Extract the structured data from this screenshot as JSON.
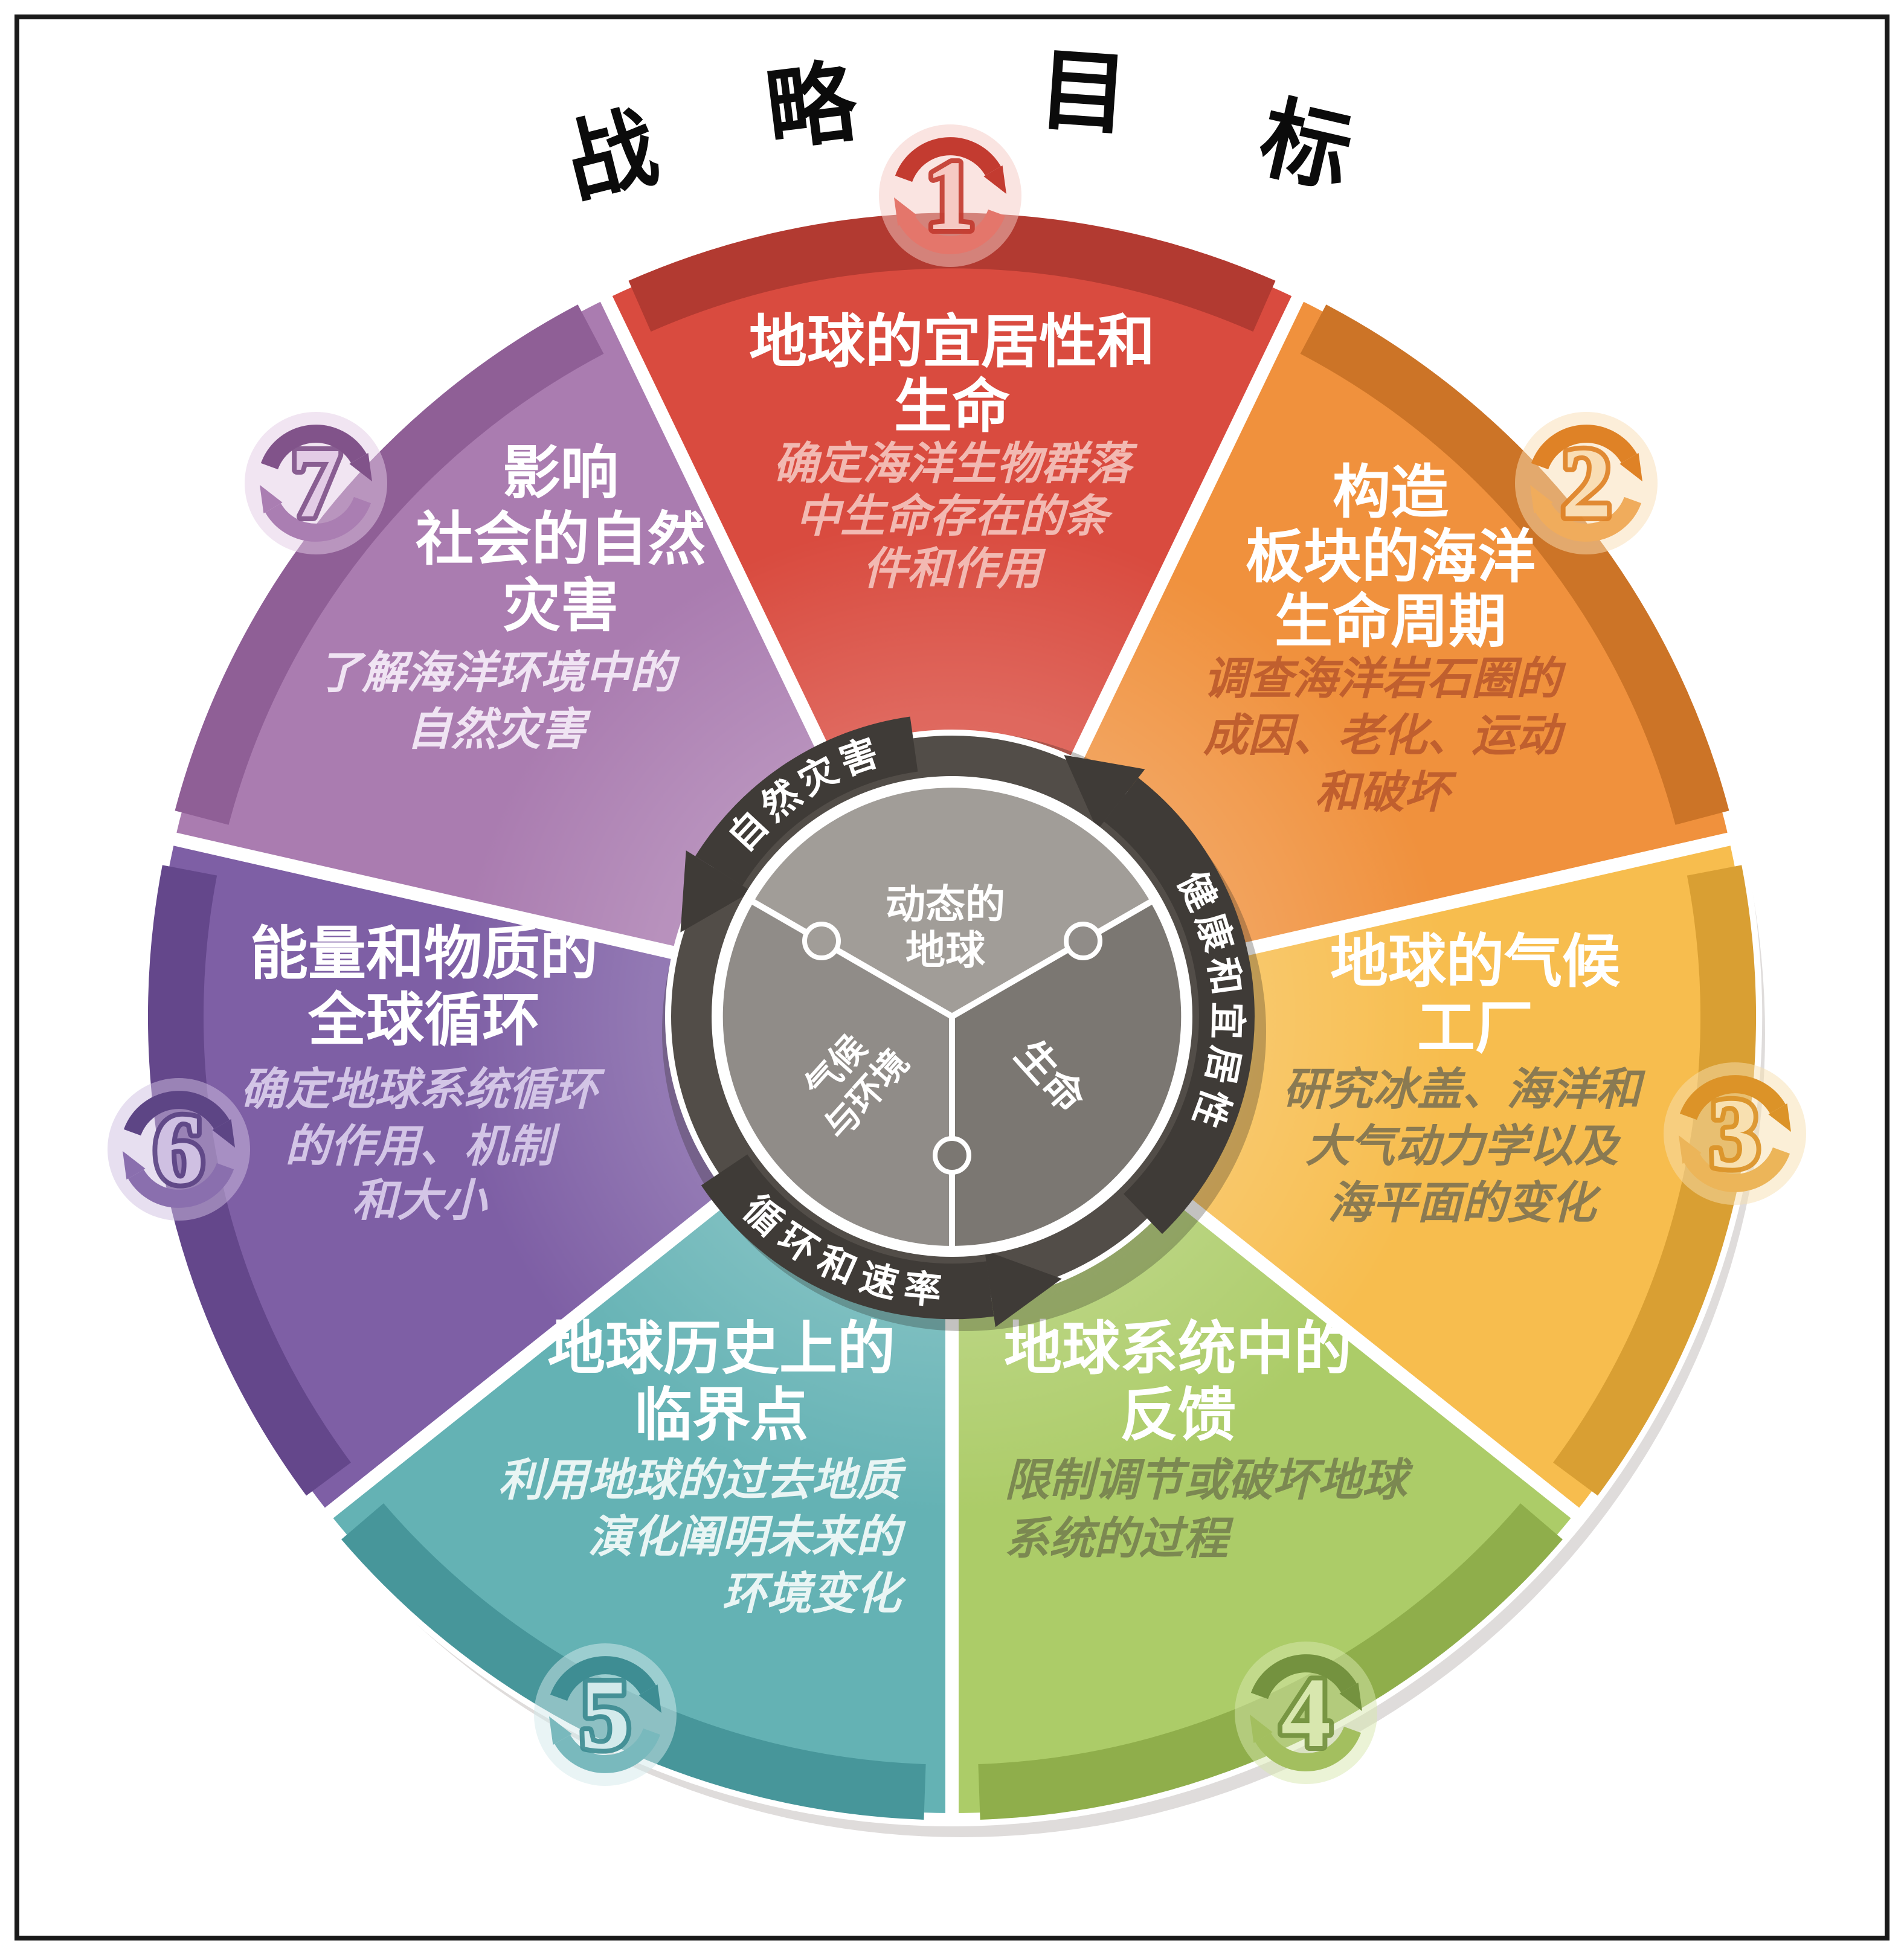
{
  "title": {
    "text": "战略目标",
    "chars": [
      "战",
      "略",
      "目",
      "标"
    ]
  },
  "segments": [
    {
      "num": "1",
      "color": "#d94b3f",
      "rim": "#b23a31",
      "desc_color": "#f2b9b2",
      "badge_dark": "#c33b30",
      "badge_mid": "#e4766b",
      "badge_light": "#f6c9c3",
      "title_lines": [
        "地球的宜居性和",
        "生命"
      ],
      "desc_lines": [
        "确定海洋生物群落",
        "中生命存在的条",
        "件和作用"
      ]
    },
    {
      "num": "2",
      "color": "#f0913d",
      "rim": "#cc7427",
      "desc_color": "#c05f2e",
      "badge_dark": "#df8226",
      "badge_mid": "#f0ac5c",
      "badge_light": "#f9ddb4",
      "title_lines": [
        "构造",
        "板块的海洋",
        "生命周期"
      ],
      "desc_lines": [
        "调查海洋岩石圈的",
        "成因、老化、运动",
        "和破坏"
      ]
    },
    {
      "num": "3",
      "color": "#f7bd4e",
      "rim": "#d99f33",
      "desc_color": "#8a7a52",
      "badge_dark": "#dc9328",
      "badge_mid": "#ecb559",
      "badge_light": "#f8e0b0",
      "title_lines": [
        "地球的气候",
        "工厂"
      ],
      "desc_lines": [
        "研究冰盖、海洋和",
        "大气动力学以及",
        "海平面的变化"
      ]
    },
    {
      "num": "4",
      "color": "#accc68",
      "rim": "#8fae4b",
      "desc_color": "#7b8851",
      "badge_dark": "#74923f",
      "badge_mid": "#a3bf5f",
      "badge_light": "#d8e7ae",
      "title_lines": [
        "地球系统中的",
        "反馈"
      ],
      "desc_lines": [
        "限制调节或破坏地球",
        "系统的过程"
      ]
    },
    {
      "num": "5",
      "color": "#64b2b4",
      "rim": "#47969a",
      "desc_color": "#e9f5f4",
      "badge_dark": "#3e8d93",
      "badge_mid": "#79b9bd",
      "badge_light": "#d3eaeb",
      "title_lines": [
        "地球历史上的",
        "临界点"
      ],
      "desc_lines": [
        "利用地球的过去地质",
        "演化阐明未来的",
        "环境变化"
      ]
    },
    {
      "num": "6",
      "color": "#7e5fa5",
      "rim": "#64478b",
      "desc_color": "#d3c5e6",
      "badge_dark": "#5d4585",
      "badge_mid": "#8a6fae",
      "badge_light": "#cfc0e2",
      "title_lines": [
        "能量和物质的",
        "全球循环"
      ],
      "desc_lines": [
        "确定地球系统循环",
        "的作用、机制",
        "和大小"
      ]
    },
    {
      "num": "7",
      "color": "#aa7cb0",
      "rim": "#8f5f96",
      "desc_color": "#f0e4f3",
      "badge_dark": "#81538a",
      "badge_mid": "#aa7eb2",
      "badge_light": "#e3cce6",
      "title_lines": [
        "影响",
        "社会的自然",
        "灾害"
      ],
      "desc_lines": [
        "了解海洋环境中的",
        "自然灾害"
      ]
    }
  ],
  "center": {
    "disc_color": "#524d48",
    "band_color": "#3f3b37",
    "pieces": {
      "top": [
        "动态的",
        "地球"
      ],
      "left": [
        "气候",
        "与环境"
      ],
      "right": [
        "生命"
      ]
    },
    "ring_labels": {
      "top_left": "自然灾害",
      "right": "健康和宜居性",
      "bottom": "循环和速率"
    }
  }
}
